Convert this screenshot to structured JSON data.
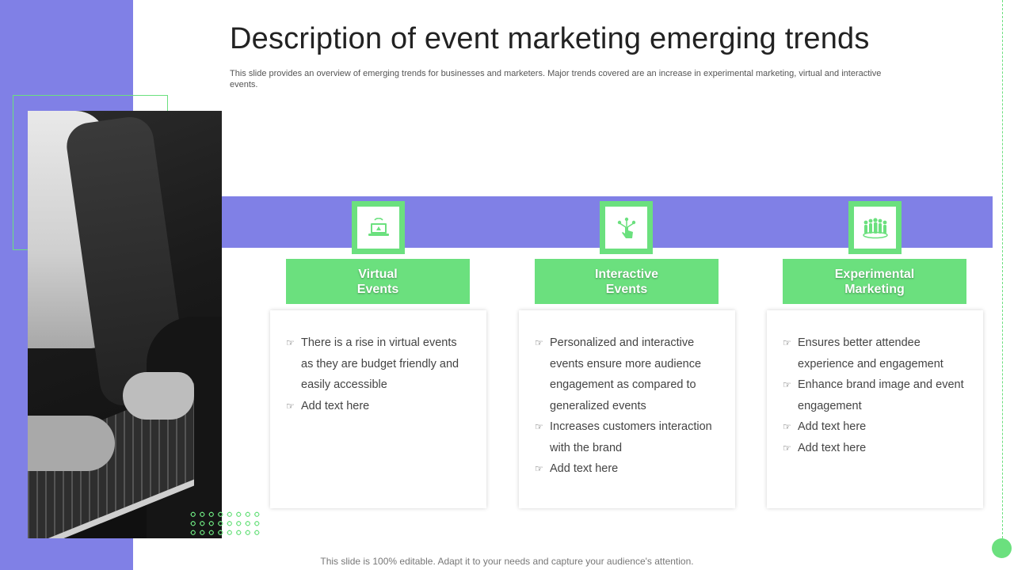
{
  "header": {
    "title": "Description of event marketing emerging trends",
    "subtitle": "This slide provides an overview of emerging trends for businesses and marketers. Major trends covered are an increase in experimental marketing, virtual and interactive events."
  },
  "colors": {
    "accent_purple": "#8080e6",
    "accent_green": "#6be07e"
  },
  "columns": [
    {
      "icon": "laptop-icon",
      "label_line1": "Virtual",
      "label_line2": "Events",
      "items": [
        "There is a rise in virtual events as they are budget friendly and easily accessible",
        "Add text here"
      ]
    },
    {
      "icon": "touch-network-icon",
      "label_line1": "Interactive",
      "label_line2": "Events",
      "items": [
        "Personalized and interactive events ensure more audience engagement as compared to generalized events",
        "Increases customers interaction with the brand",
        "Add text here"
      ]
    },
    {
      "icon": "crowd-icon",
      "label_line1": "Experimental",
      "label_line2": "Marketing",
      "items": [
        "Ensures better attendee experience and engagement",
        "Enhance brand image and event engagement",
        "Add text here",
        "Add text here"
      ]
    }
  ],
  "footer": {
    "text": "This slide is 100% editable. Adapt it to your needs and capture your audience's attention."
  }
}
